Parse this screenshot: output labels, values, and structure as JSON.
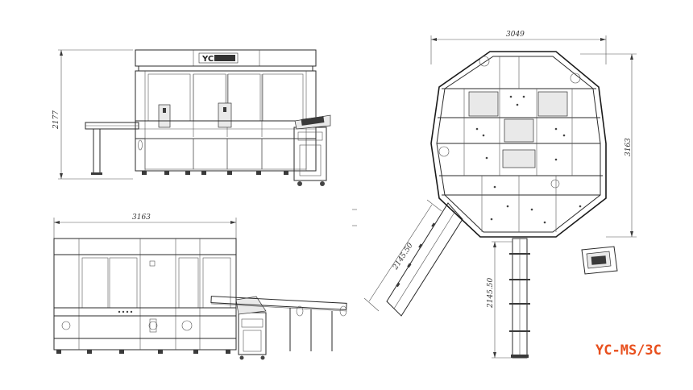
{
  "drawing": {
    "model_code": "YC-MS/3C",
    "model_color": "#e8501e",
    "brand_mark": "YC",
    "dimensions": {
      "front_height": "2177",
      "front_width": "3163",
      "top_width": "3049",
      "top_height": "3163",
      "conveyor_left_length": "2145.50",
      "conveyor_right_length": "2145.50"
    }
  }
}
